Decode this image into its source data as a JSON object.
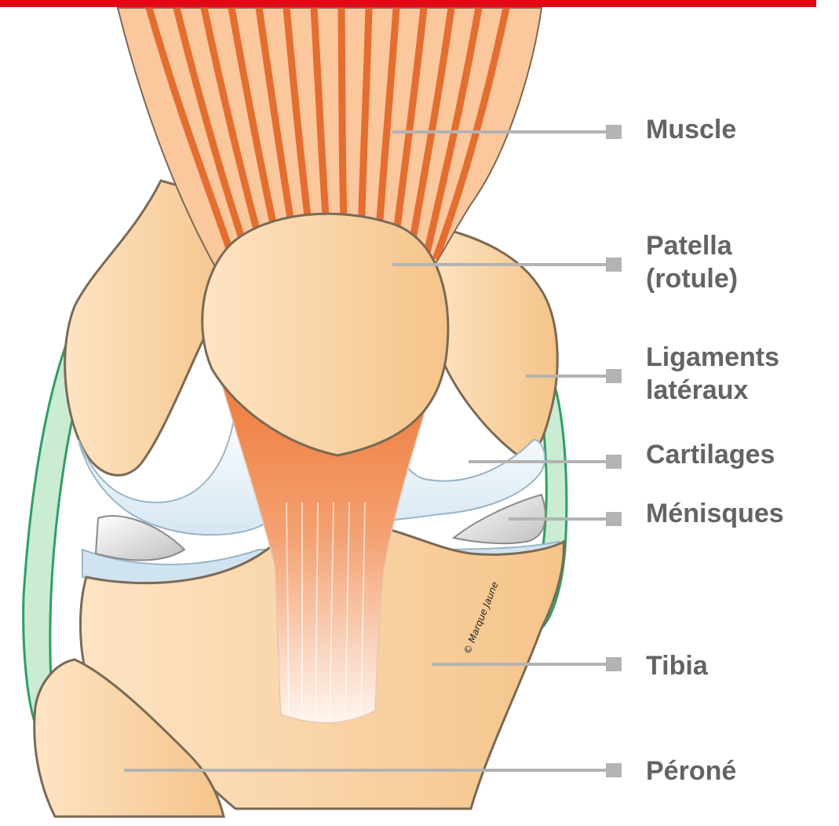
{
  "diagram": {
    "labels": [
      {
        "id": "muscle",
        "lines": [
          "Muscle"
        ]
      },
      {
        "id": "patella",
        "lines": [
          "Patella",
          "(rotule)"
        ]
      },
      {
        "id": "ligaments",
        "lines": [
          "Ligaments",
          "latéraux"
        ]
      },
      {
        "id": "cartilages",
        "lines": [
          "Cartilages"
        ]
      },
      {
        "id": "menisques",
        "lines": [
          "Ménisques"
        ]
      },
      {
        "id": "tibia",
        "lines": [
          "Tibia"
        ]
      },
      {
        "id": "perone",
        "lines": [
          "Péroné"
        ]
      }
    ],
    "credit": "© Marque Jaune"
  },
  "colors": {
    "bar": "#e30613",
    "bone": "#f8cf9d",
    "muscle": "#ee7b3c",
    "cartilage": "#e8f1f7",
    "ligament": "#bfe6c9",
    "outline": "#7a6a55",
    "leader": "#b3b3b3",
    "label_text": "#646464"
  }
}
